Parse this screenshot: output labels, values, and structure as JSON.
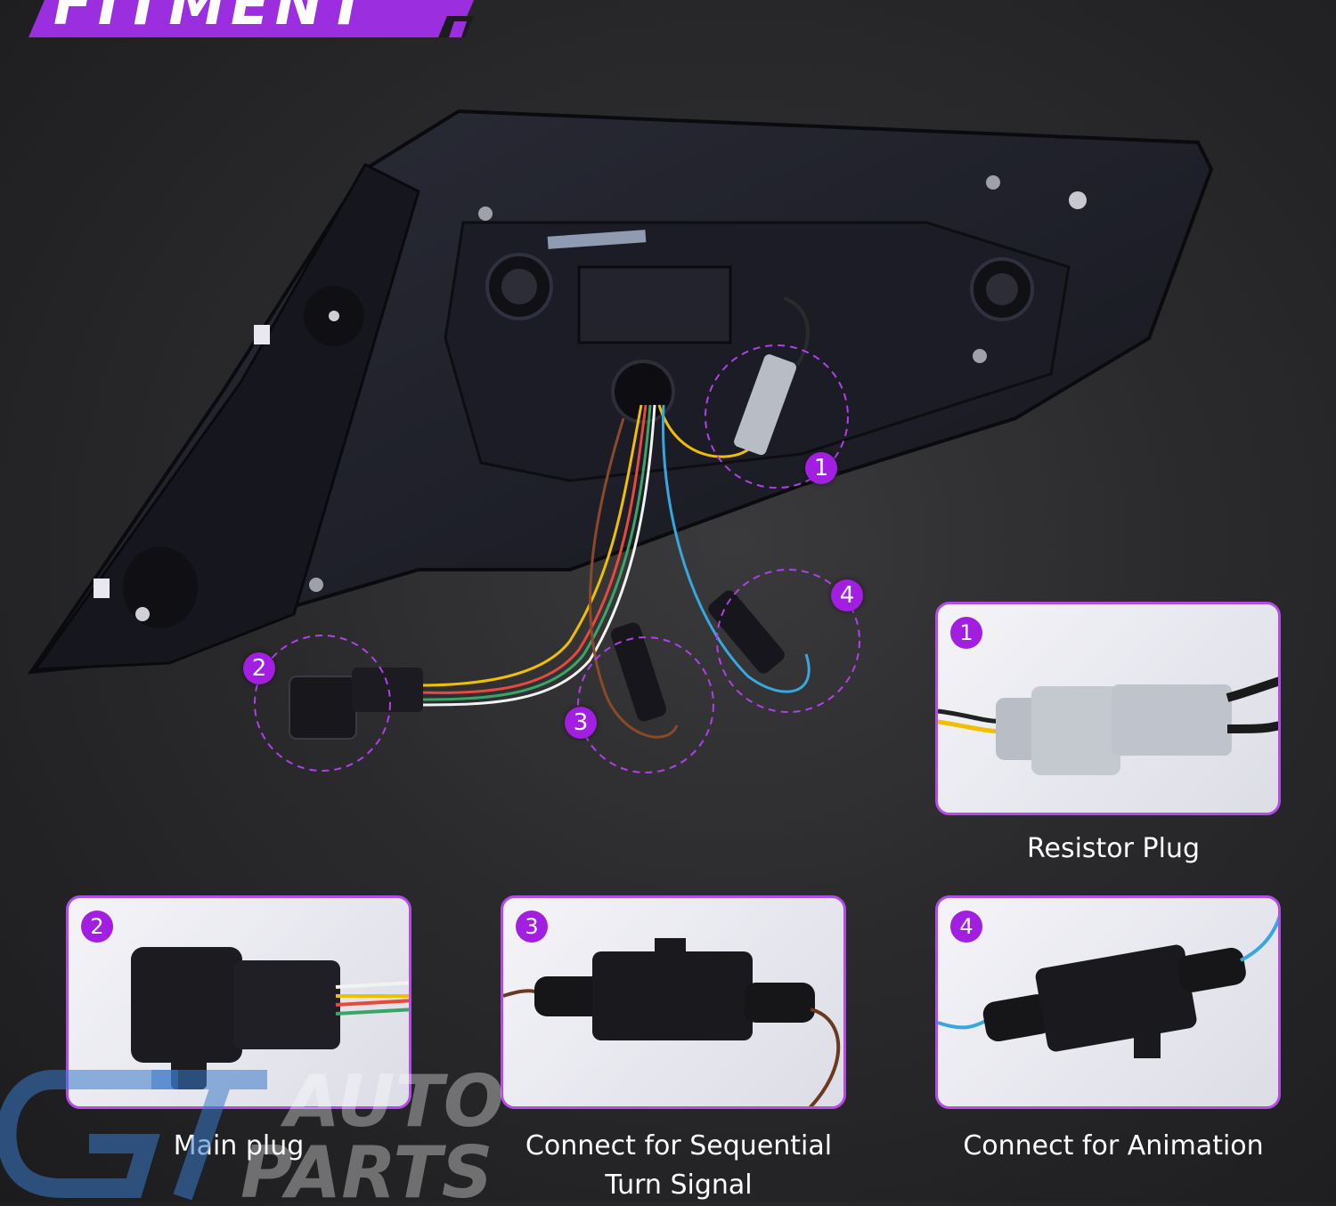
{
  "header": {
    "title": "FITMENT"
  },
  "callouts": [
    "1",
    "2",
    "3",
    "4"
  ],
  "cards": [
    {
      "number": "1",
      "caption": "Resistor Plug"
    },
    {
      "number": "2",
      "caption": "Main plug"
    },
    {
      "number": "3",
      "caption_line1": "Connect for Sequential",
      "caption_line2": "Turn Signal"
    },
    {
      "number": "4",
      "caption": "Connect for Animation"
    }
  ],
  "watermark": {
    "logo_text_1": "AUTO",
    "logo_text_2": "PARTS"
  },
  "colors": {
    "accent": "#a21ee0",
    "card_border": "#b24ce8",
    "background": "#2a2a2c"
  }
}
